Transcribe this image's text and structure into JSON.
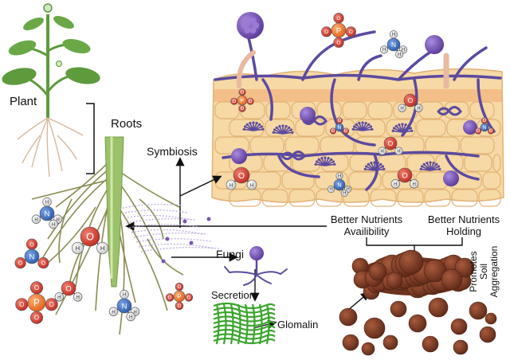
{
  "labels": {
    "plant": "Plant",
    "roots": "Roots",
    "symbiosis": "Symbiosis",
    "fungi": "Fungi",
    "secretion": "Secretion",
    "glomalin": "Glomalin",
    "better_nutrients_availability": [
      "Better Nutrients",
      "Availibility"
    ],
    "better_nutrients_holding": [
      "Better Nutrients",
      "Holding"
    ],
    "promotes_soil_aggregation": [
      "Promotes",
      "Soil",
      "Aggregation"
    ]
  },
  "molecule_atoms": {
    "phosphorus": "P",
    "oxygen": "O",
    "nitrogen": "N",
    "hydrogen": "H"
  },
  "colors": {
    "cell_fill": "#f6d9a5",
    "cell_stroke": "#e2b276",
    "cell_band": "#f3b27c",
    "hypha": "#5b4aa0",
    "spore": "#7a55b5",
    "root": "#8a8c52",
    "leaf": "#5d9b3c",
    "glomalin": "#3aa52c",
    "aggregate": "#7a3a24",
    "oxygen": "#d83a2e",
    "phosphorus": "#f0782a",
    "nitrogen": "#3d6fc0",
    "hydrogen": "#e6e6e6"
  }
}
